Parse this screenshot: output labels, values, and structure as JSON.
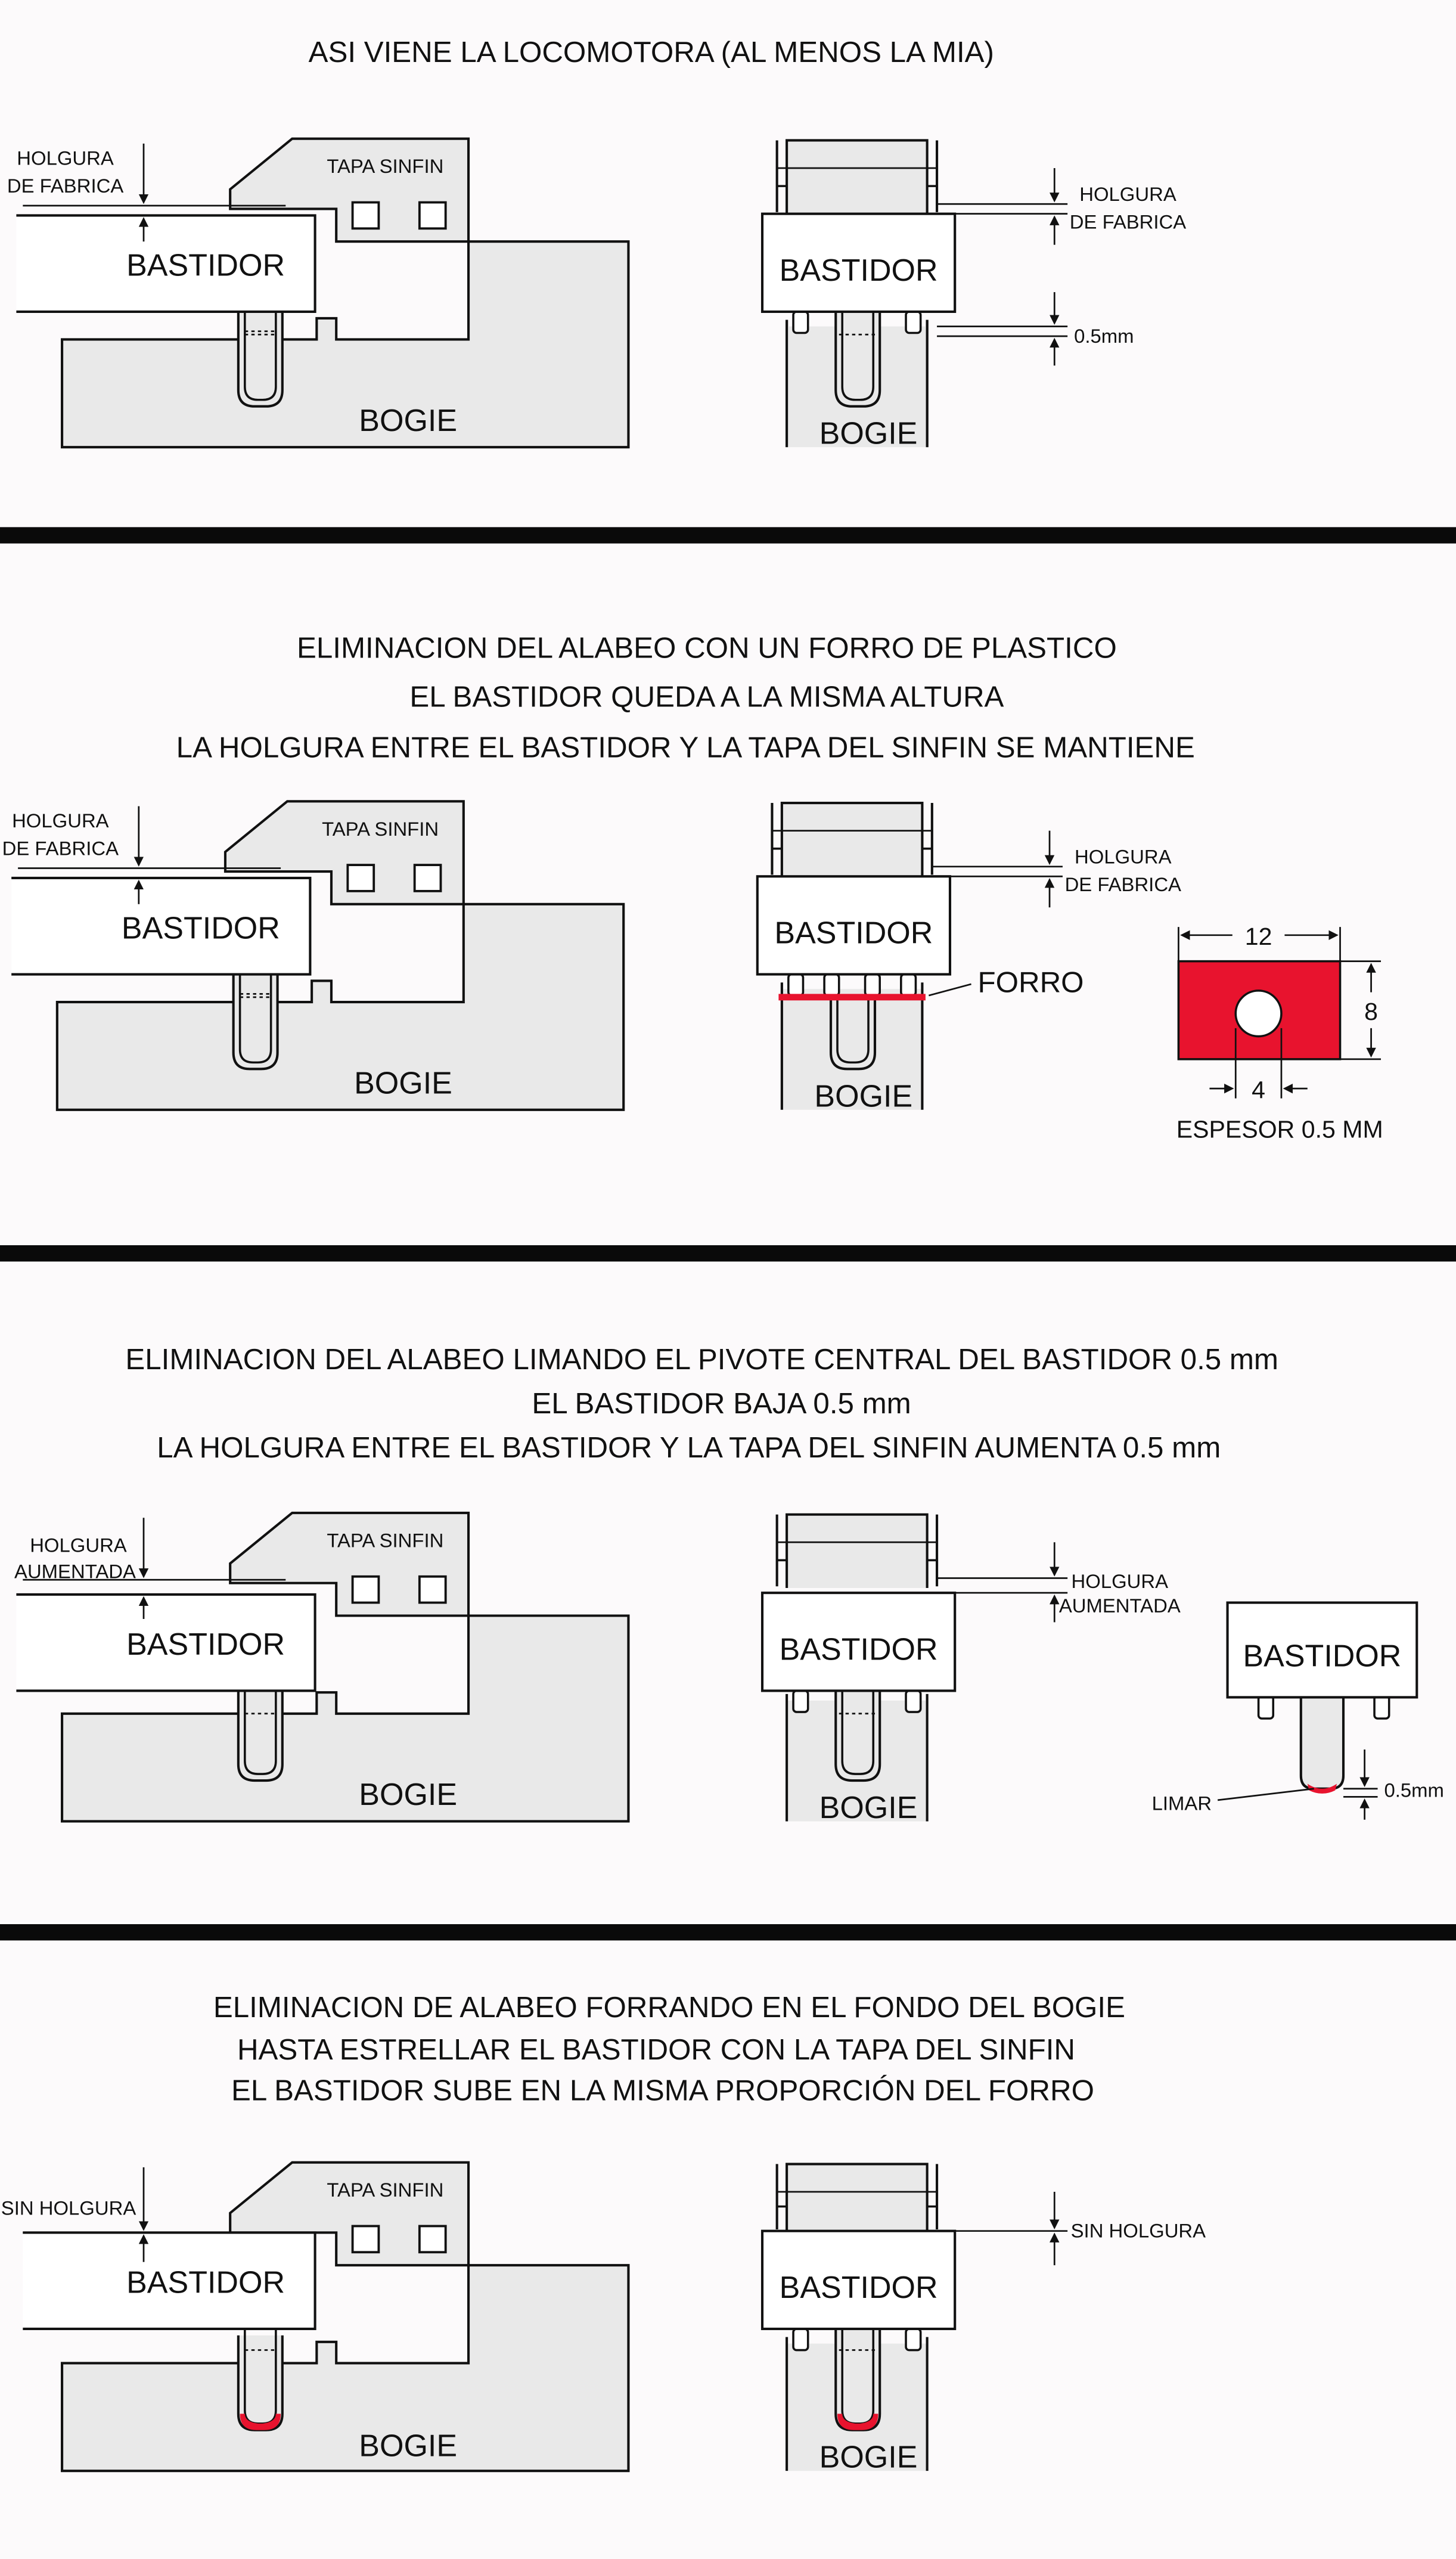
{
  "colors": {
    "background": "#ffffff",
    "panel_bg": "#fcfafb",
    "part_fill": "#e9e9e9",
    "line": "#111111",
    "separator": "#0a0a0a",
    "forro_red": "#e8132e"
  },
  "panels": [
    {
      "title_lines": [
        "ASI VIENE LA LOCOMOTORA (AL MENOS LA MIA)"
      ],
      "side": {
        "clearance_label": [
          "HOLGURA",
          "DE FABRICA"
        ],
        "cap_label": "TAPA SINFIN",
        "frame_label": "BASTIDOR",
        "bogie_label": "BOGIE"
      },
      "front": {
        "clearance_label": [
          "HOLGURA",
          "DE FABRICA"
        ],
        "gap_label": "0.5mm",
        "frame_label": "BASTIDOR",
        "bogie_label": "BOGIE"
      }
    },
    {
      "title_lines": [
        "ELIMINACION  DEL ALABEO  CON UN FORRO DE PLASTICO",
        "EL BASTIDOR QUEDA A LA MISMA ALTURA",
        "LA HOLGURA ENTRE EL BASTIDOR Y LA TAPA DEL SINFIN SE MANTIENE"
      ],
      "side": {
        "clearance_label": [
          "HOLGURA",
          "DE FABRICA"
        ],
        "cap_label": "TAPA SINFIN",
        "frame_label": "BASTIDOR",
        "bogie_label": "BOGIE"
      },
      "front": {
        "clearance_label": [
          "HOLGURA",
          "DE FABRICA"
        ],
        "forro_label": "FORRO",
        "frame_label": "BASTIDOR",
        "bogie_label": "BOGIE"
      },
      "shim": {
        "width_label": "12",
        "height_label": "8",
        "hole_label": "4",
        "thickness_label": "ESPESOR  0.5 MM"
      }
    },
    {
      "title_lines": [
        "ELIMINACION DEL ALABEO LIMANDO EL PIVOTE CENTRAL DEL BASTIDOR 0.5 mm",
        "EL BASTIDOR BAJA 0.5 mm",
        "LA HOLGURA ENTRE EL BASTIDOR Y LA TAPA DEL SINFIN AUMENTA 0.5 mm"
      ],
      "side": {
        "clearance_label": [
          "HOLGURA",
          "AUMENTADA"
        ],
        "cap_label": "TAPA SINFIN",
        "frame_label": "BASTIDOR",
        "bogie_label": "BOGIE"
      },
      "front": {
        "clearance_label": [
          "HOLGURA",
          "AUMENTADA"
        ],
        "frame_label": "BASTIDOR",
        "bogie_label": "BOGIE"
      },
      "pivot": {
        "frame_label": "BASTIDOR",
        "file_label": "LIMAR",
        "amount_label": "0.5mm"
      }
    },
    {
      "title_lines": [
        "ELIMINACION DE ALABEO FORRANDO EN EL FONDO DEL BOGIE",
        "HASTA ESTRELLAR EL BASTIDOR CON LA TAPA DEL SINFIN",
        "EL BASTIDOR SUBE EN LA MISMA PROPORCIÓN DEL FORRO"
      ],
      "side": {
        "clearance_label": [
          "SIN HOLGURA"
        ],
        "cap_label": "TAPA SINFIN",
        "frame_label": "BASTIDOR",
        "bogie_label": "BOGIE"
      },
      "front": {
        "clearance_label": [
          "SIN HOLGURA"
        ],
        "frame_label": "BASTIDOR",
        "bogie_label": "BOGIE"
      }
    }
  ]
}
